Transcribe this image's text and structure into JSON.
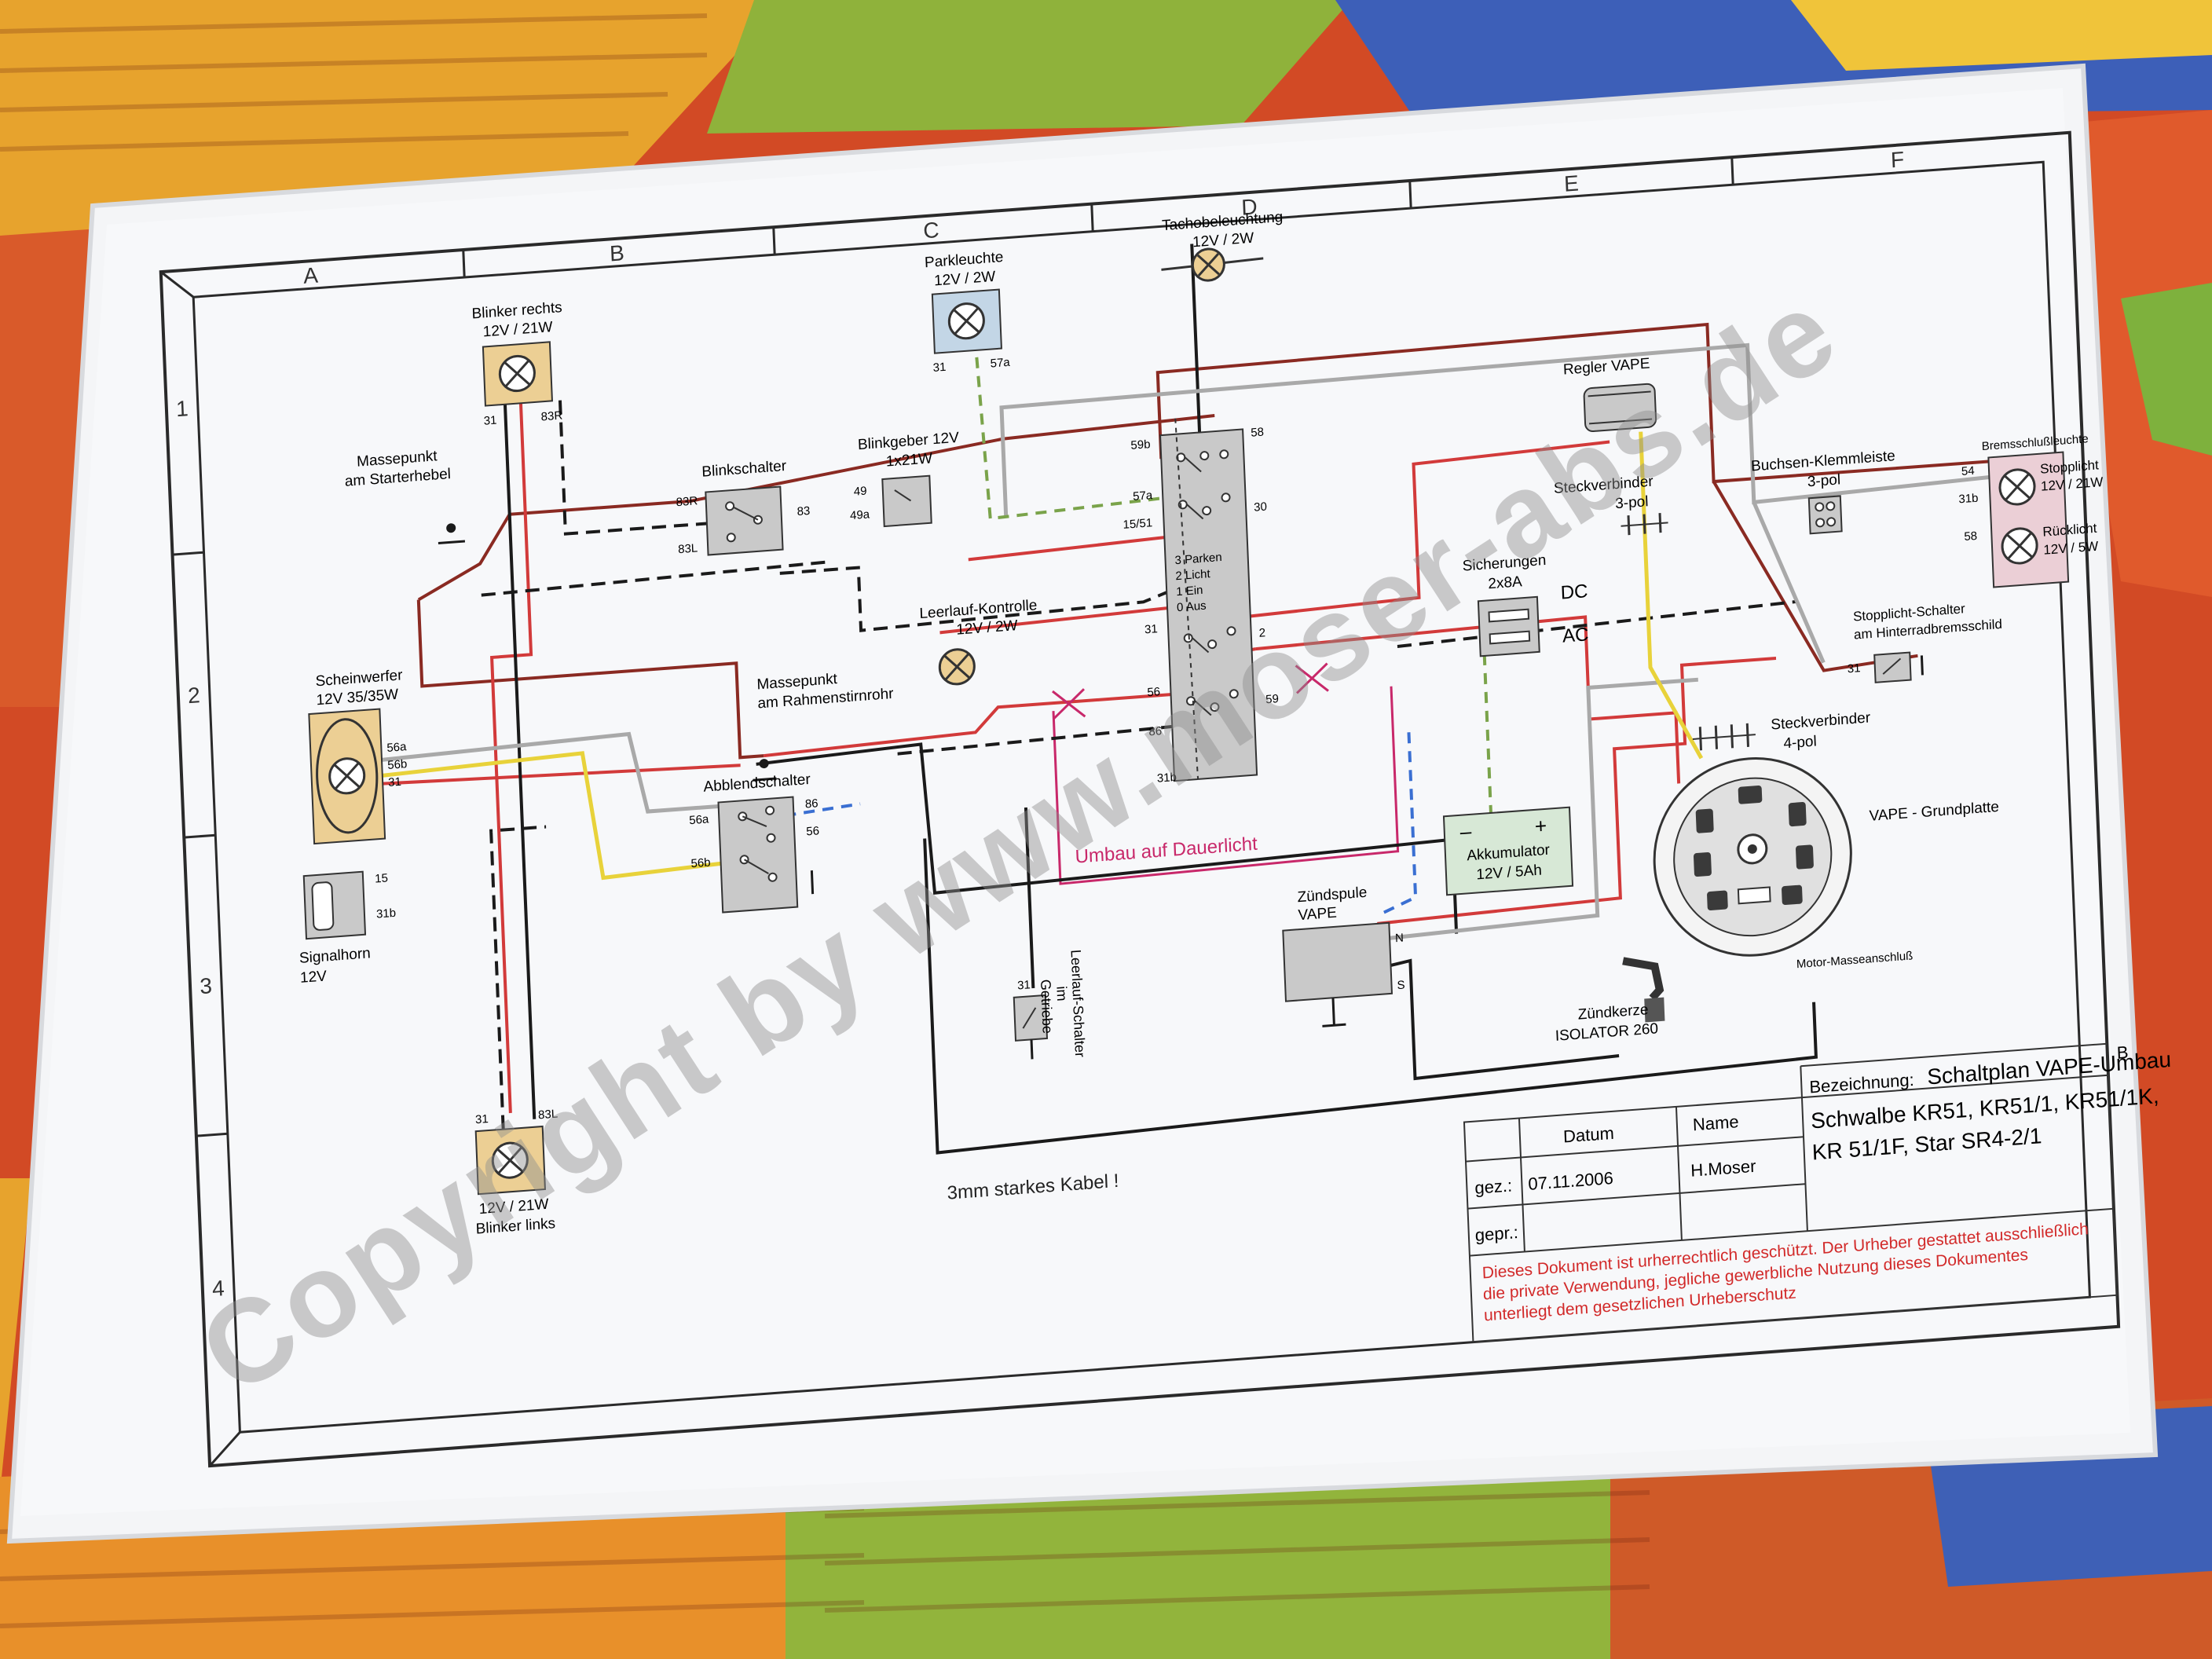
{
  "frame": {
    "columns": [
      "A",
      "B",
      "C",
      "D",
      "E",
      "F"
    ],
    "rows": [
      "1",
      "2",
      "3",
      "4"
    ]
  },
  "watermark": "Copyright by www.moser-abs.de",
  "components": {
    "blinker_rechts": {
      "title": "Blinker rechts",
      "rating": "12V / 21W",
      "pin_left": "31",
      "pin_right": "83R"
    },
    "parkleuchte": {
      "title": "Parkleuchte",
      "rating": "12V / 2W",
      "pin_left": "31",
      "pin_right": "57a"
    },
    "tachobeleuchtung": {
      "title": "Tachobeleuchtung",
      "rating": "12V / 2W"
    },
    "massepunkt_starter": {
      "line1": "Massepunkt",
      "line2": "am Starterhebel"
    },
    "blinkschalter": {
      "title": "Blinkschalter",
      "pin_83r": "83R",
      "pin_83l": "83L",
      "pin_83": "83"
    },
    "blinkgeber": {
      "title": "Blinkgeber 12V",
      "rating": "1x21W",
      "pin_49": "49",
      "pin_49a": "49a"
    },
    "zuendschloss": {
      "pin_59b": "59b",
      "pin_58": "58",
      "pin_57a": "57a",
      "pin_1551": "15/51",
      "pin_30": "30",
      "legend": [
        "3 Parken",
        "2 Licht",
        "1 Ein",
        "0 Aus"
      ],
      "pin_31": "31",
      "pin_2": "2",
      "pin_56": "56",
      "pin_86": "86",
      "pin_59": "59",
      "pin_31b": "31b"
    },
    "regler": {
      "title": "Regler  VAPE"
    },
    "steckverbinder3": {
      "title": "Steckverbinder",
      "sub": "3-pol"
    },
    "sicherungen": {
      "title": "Sicherungen",
      "rating": "2x8A",
      "dc": "DC",
      "ac": "AC"
    },
    "leerlauf_kontrolle": {
      "title": "Leerlauf-Kontrolle",
      "rating": "12V / 2W"
    },
    "massepunkt_rahmen": {
      "line1": "Massepunkt",
      "line2": "am Rahmenstirnrohr"
    },
    "scheinwerfer": {
      "title": "Scheinwerfer",
      "rating": "12V 35/35W",
      "pin_56a": "56a",
      "pin_56b": "56b",
      "pin_31": "31"
    },
    "abblendschalter": {
      "title": "Abblendschalter",
      "pin_56a": "56a",
      "pin_56b": "56b",
      "pin_56": "56",
      "pin_86": "86"
    },
    "signalhorn": {
      "title": "Signalhorn",
      "rating": "12V",
      "pin_15": "15",
      "pin_31b": "31b"
    },
    "buchsen": {
      "title": "Buchsen-Klemmleiste",
      "sub": "3-pol"
    },
    "bremsschluss": {
      "title": "Bremsschlußleuchte",
      "stop": "Stopplicht",
      "stop_rating": "12V / 21W",
      "rueck": "Rücklicht",
      "rueck_rating": "12V / 5W",
      "pin_54": "54",
      "pin_31b": "31b",
      "pin_58": "58"
    },
    "stopplicht_schalter": {
      "title": "Stopplicht-Schalter",
      "sub": "am Hinterradbremsschild",
      "pin_31": "31"
    },
    "steckverbinder4": {
      "title": "Steckverbinder",
      "sub": "4-pol"
    },
    "akkumulator": {
      "title": "Akkumulator",
      "rating": "12V / 5Ah",
      "minus": "–",
      "plus": "+"
    },
    "zuendspule": {
      "title": "Zündspule",
      "sub": "VAPE",
      "pin_n": "N",
      "pin_s": "S"
    },
    "grundplatte": {
      "title": "VAPE - Grundplatte",
      "masse": "Motor-Masseanschluß"
    },
    "zuendkerze": {
      "title": "Zündkerze",
      "sub": "ISOLATOR 260"
    },
    "leerlauf_schalter": {
      "pin_31": "31",
      "l1": "Leerlauf-Schalter",
      "l2": "im",
      "l3": "Getriebe"
    },
    "blinker_links": {
      "pin_31": "31",
      "pin_83l": "83L",
      "rating": "12V / 21W",
      "title": "Blinker links"
    },
    "umbau": "Umbau auf Dauerlicht",
    "kabel_note": "3mm starkes Kabel !"
  },
  "title_block": {
    "datum_label": "Datum",
    "name_label": "Name",
    "gez_label": "gez.:",
    "gez_date": "07.11.2006",
    "gez_name": "H.Moser",
    "gepr_label": "gepr.:",
    "bez_label": "Bezeichnung:",
    "bez_title": "Schaltplan VAPE-Umbau",
    "bez_line2": "Schwalbe KR51, KR51/1, KR51/1K,",
    "bez_line3": "KR 51/1F, Star SR4-2/1",
    "copyright_lines": [
      "Dieses Dokument ist urherrechtlich geschützt. Der Urheber gestattet ausschließlich",
      "die private Verwendung, jegliche gewerbliche Nutzung dieses Dokumentes",
      "unterliegt dem gesetzlichen Urheberschutz"
    ],
    "corner": "B"
  },
  "colors": {
    "brown": "#8a2a22",
    "red": "#d23a3a",
    "black": "#1a1a1a",
    "gray": "#a9a9a9",
    "yellow": "#e8d23a",
    "green": "#7aa34a",
    "blue": "#3a6fd2",
    "magenta": "#c8286a",
    "lampFillOrange": "#eccf94",
    "lampFillBlue": "#c3d6e6",
    "lampFillPink": "#ebcfd6",
    "boxGray": "#c9c9c9",
    "battery": "#d7e8d6"
  }
}
